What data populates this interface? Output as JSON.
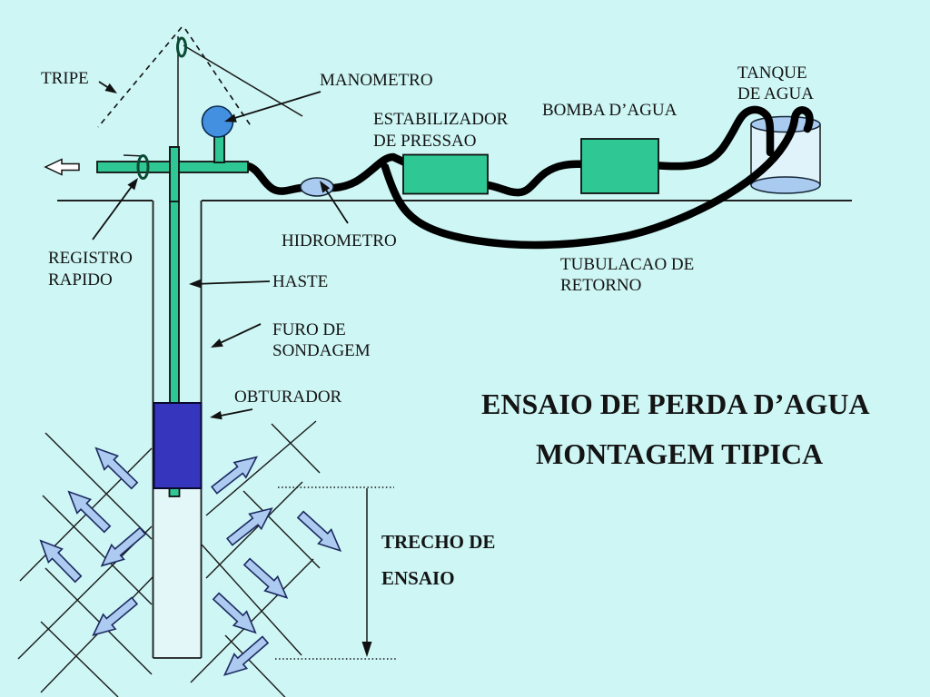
{
  "title": {
    "line1": "ENSAIO DE PERDA D’AGUA",
    "line2": "MONTAGEM TIPICA"
  },
  "labels": {
    "tripe": "TRIPE",
    "manometro": "MANOMETRO",
    "estabilizador_l1": "ESTABILIZADOR",
    "estabilizador_l2": "DE PRESSAO",
    "bomba": "BOMBA D’AGUA",
    "tanque_l1": "TANQUE",
    "tanque_l2": "DE AGUA",
    "hidrometro": "HIDROMETRO",
    "tubulacao_l1": "TUBULACAO DE",
    "tubulacao_l2": "RETORNO",
    "registro_l1": "REGISTRO",
    "registro_l2": "RAPIDO",
    "haste": "HASTE",
    "furo_l1": "FURO DE",
    "furo_l2": "SONDAGEM",
    "obturador": "OBTURADOR",
    "trecho_l1": "TRECHO DE",
    "trecho_l2": "ENSAIO"
  },
  "colors": {
    "background": "#CDF6F4",
    "equipment_green": "#2FC894",
    "gauge_blue": "#4490E0",
    "packer_blue": "#3535BD",
    "flow_arrow_blue": "#ADCBF0",
    "water_blue": "#A9CBEF",
    "tank_body": "#E0F2FA",
    "bore_white": "#E3F7F8",
    "ring_green": "#0A4A33",
    "hose_black": "#000000",
    "ink": "#141414"
  }
}
